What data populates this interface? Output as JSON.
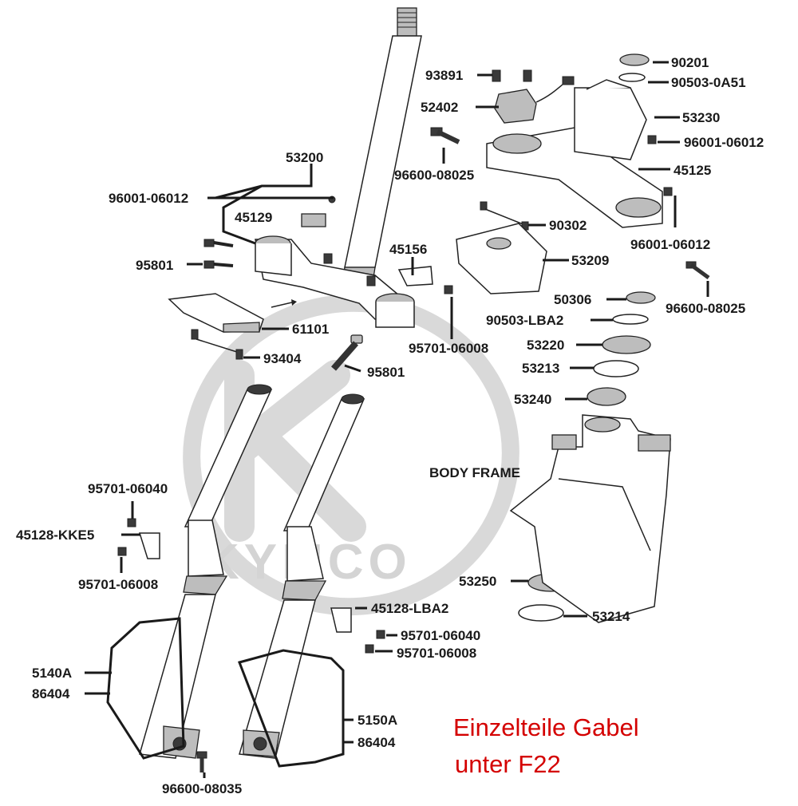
{
  "watermark": {
    "brand": "KYMCO"
  },
  "note": {
    "line1": "Einzelteile Gabel",
    "line2": "unter F22"
  },
  "labels": {
    "p53200": "53200",
    "p96001_06012_left": "96001-06012",
    "p45129": "45129",
    "p95801_left": "95801",
    "p45156": "45156",
    "p61101": "61101",
    "p93404": "93404",
    "p95801_mid": "95801",
    "p95701_06008_mid": "95701-06008",
    "p93891": "93891",
    "p52402": "52402",
    "p96600_08025_top": "96600-08025",
    "p90201": "90201",
    "p90503_0A51": "90503-0A51",
    "p53230": "53230",
    "p96001_06012_r1": "96001-06012",
    "p45125": "45125",
    "p90302": "90302",
    "p96001_06012_r2": "96001-06012",
    "p53209": "53209",
    "p96600_08025_right": "96600-08025",
    "p50306": "50306",
    "p90503_LBA2": "90503-LBA2",
    "p53220": "53220",
    "p53213": "53213",
    "p53240": "53240",
    "body_frame": "BODY  FRAME",
    "p53250": "53250",
    "p53214": "53214",
    "p95701_06040_left": "95701-06040",
    "p45128_KKE5": "45128-KKE5",
    "p95701_06008_left": "95701-06008",
    "p45128_LBA2": "45128-LBA2",
    "p95701_06040_right": "95701-06040",
    "p95701_06008_right": "95701-06008",
    "p5140A": "5140A",
    "p86404_left": "86404",
    "p5150A": "5150A",
    "p86404_right": "86404",
    "p96600_08035": "96600-08035"
  }
}
